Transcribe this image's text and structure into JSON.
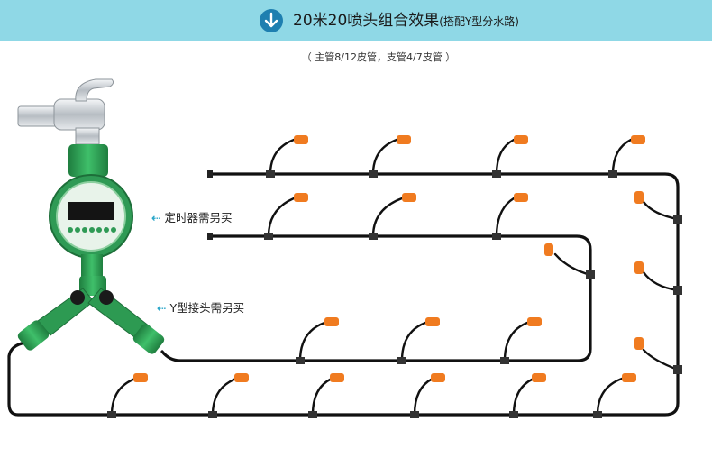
{
  "header": {
    "title": "20米20喷头组合效果",
    "title_suffix": "(搭配Y型分水路)",
    "icon": "arrow-down-circle-icon",
    "banner_color": "#8fd8e6",
    "icon_color": "#1e7fb0"
  },
  "subtitle": "（ 主管8/12皮管，支管4/7皮管 ）",
  "callouts": {
    "timer": "定时器需另买",
    "y_connector": "Y型接头需另买",
    "arrow_color": "#2aa6c9"
  },
  "colors": {
    "hose": "#111111",
    "nozzle_tip": "#f07b20",
    "timer_body": "#2d9a52",
    "timer_face": "#1f8a45",
    "tap_metal": "#c9ced3"
  }
}
